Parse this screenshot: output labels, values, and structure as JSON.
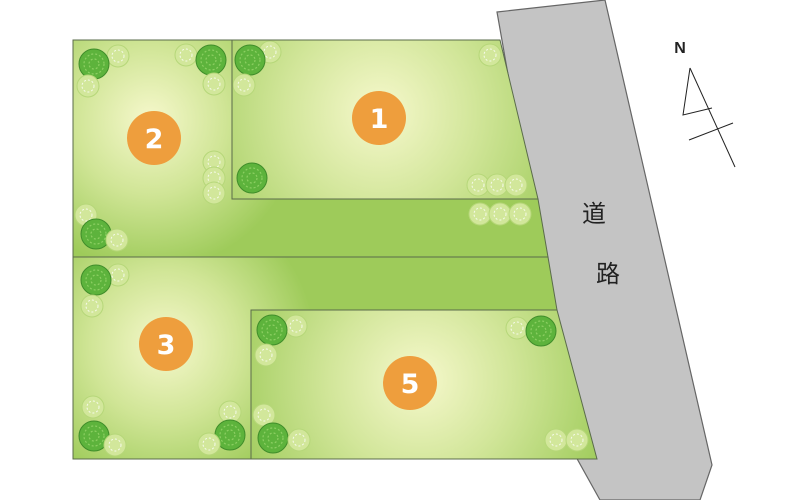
{
  "map": {
    "lots": [
      {
        "id": "lot-1",
        "number": "1"
      },
      {
        "id": "lot-2",
        "number": "2"
      },
      {
        "id": "lot-3",
        "number": "3"
      },
      {
        "id": "lot-5",
        "number": "5"
      }
    ],
    "road": {
      "label_char_1": "道",
      "label_char_2": "路"
    },
    "north_arrow": {
      "label": "N"
    }
  },
  "colors": {
    "lot_fill_center": "#f4f7c6",
    "lot_fill_edge": "#9fcd5a",
    "lot_border": "#5a6b4a",
    "road_fill": "#c4c4c4",
    "road_border": "#666666",
    "badge": "#ee9e3d",
    "tree_dark": "#5db33c",
    "tree_light": "#d2e79b"
  }
}
